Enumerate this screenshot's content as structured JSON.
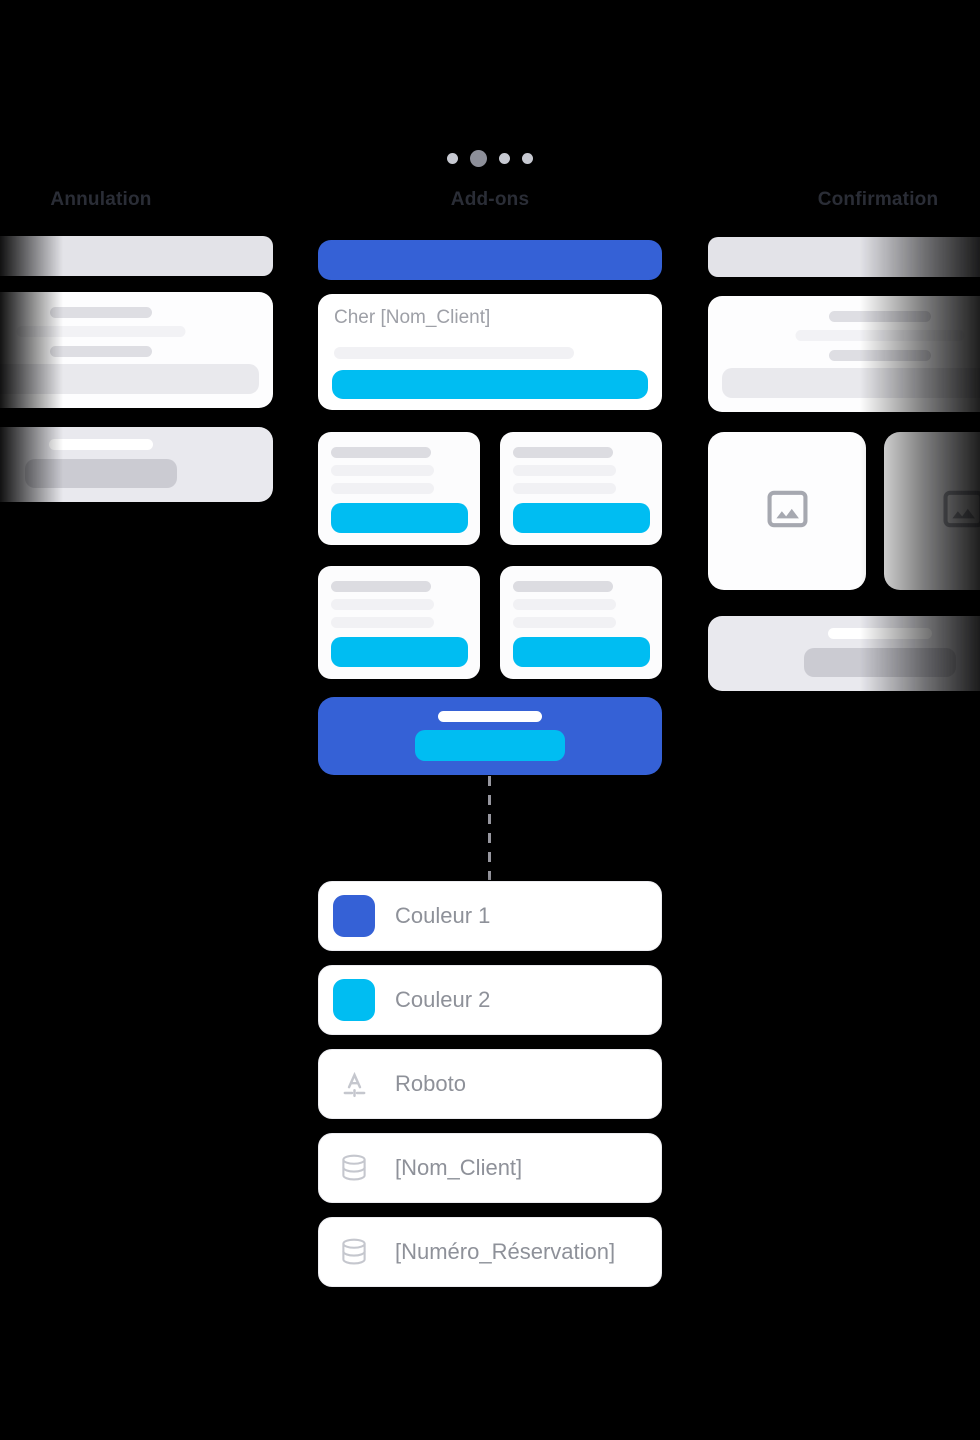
{
  "headings": {
    "left": "Annulation",
    "center": "Add-ons",
    "right": "Confirmation"
  },
  "pagination": {
    "count": 4,
    "active_index": 1
  },
  "template": {
    "greeting": "Cher [Nom_Client]"
  },
  "properties": [
    {
      "label": "Couleur 1",
      "icon": "color-swatch",
      "color": "#3561D6"
    },
    {
      "label": "Couleur 2",
      "icon": "color-swatch",
      "color": "#00BDF2"
    },
    {
      "label": "Roboto",
      "icon": "font"
    },
    {
      "label": "[Nom_Client]",
      "icon": "database"
    },
    {
      "label": "[Numéro_Réservation]",
      "icon": "database"
    }
  ],
  "colors": {
    "primary_blue": "#3561D6",
    "accent_cyan": "#00BDF2",
    "background": "#000000",
    "dot_inactive": "#C7C9D1",
    "dot_active": "#8D8F99"
  }
}
